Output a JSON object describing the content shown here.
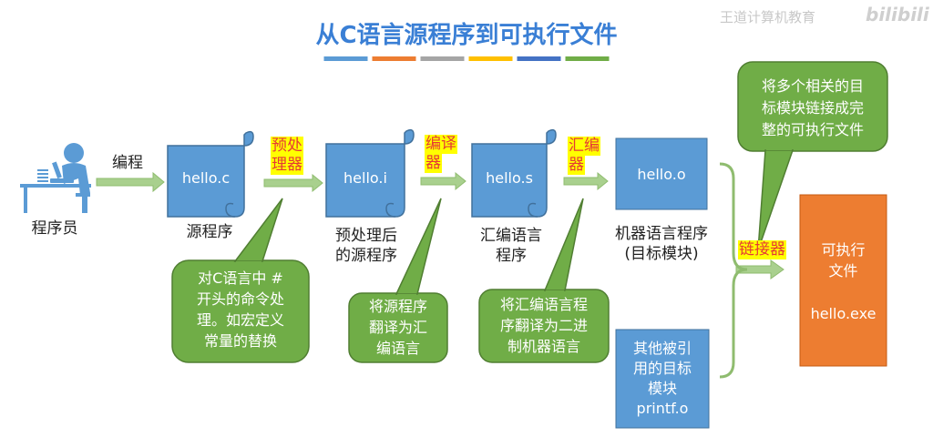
{
  "title": "从C语言源程序到可执行文件",
  "watermark": "王道计算机教育",
  "watermark_logo": "bilibili",
  "colors": {
    "title": "#3a7fd5",
    "box": "#5b9bd5",
    "exe": "#ed7d31",
    "bubble": "#70ad47",
    "arrow": "#a9d08e",
    "label_bg": "#ffff00",
    "label_text": "#e53935",
    "bars": [
      "#5b9bd5",
      "#ed7d31",
      "#a5a5a5",
      "#ffc000",
      "#4472c4",
      "#70ad47"
    ]
  },
  "programmer": {
    "icon": "programmer-at-desk-icon",
    "label": "程序员"
  },
  "edit_label": "编程",
  "files": {
    "source": {
      "name": "hello.c",
      "caption": "源程序"
    },
    "preprocessed": {
      "name": "hello.i",
      "caption_line1": "预处理后",
      "caption_line2": "的源程序"
    },
    "assembly": {
      "name": "hello.s",
      "caption_line1": "汇编语言",
      "caption_line2": "程序"
    },
    "object": {
      "name": "hello.o",
      "caption_line1": "机器语言程序",
      "caption_line2": "(目标模块)"
    },
    "other": {
      "line1": "其他被引",
      "line2": "用的目标",
      "line3": "模块",
      "line4": "printf.o"
    },
    "exe": {
      "line1": "可执行",
      "line2": "文件",
      "line3": "hello.exe"
    }
  },
  "steps": {
    "preprocess": {
      "line1": "预处",
      "line2": "理器"
    },
    "compile": {
      "line1": "编译",
      "line2": "器"
    },
    "assemble": {
      "line1": "汇编",
      "line2": "器"
    },
    "link": "链接器"
  },
  "bubbles": {
    "preprocess": {
      "line1": "对C语言中 #",
      "line2": "开头的命令处",
      "line3": "理。如宏定义",
      "line4": "常量的替换"
    },
    "compile": {
      "line1": "将源程序",
      "line2": "翻译为汇",
      "line3": "编语言"
    },
    "assemble": {
      "line1": "将汇编语言程",
      "line2": "序翻译为二进",
      "line3": "制机器语言"
    },
    "link": {
      "line1": "将多个相关的目",
      "line2": "标模块链接成完",
      "line3": "整的可执行文件"
    }
  }
}
